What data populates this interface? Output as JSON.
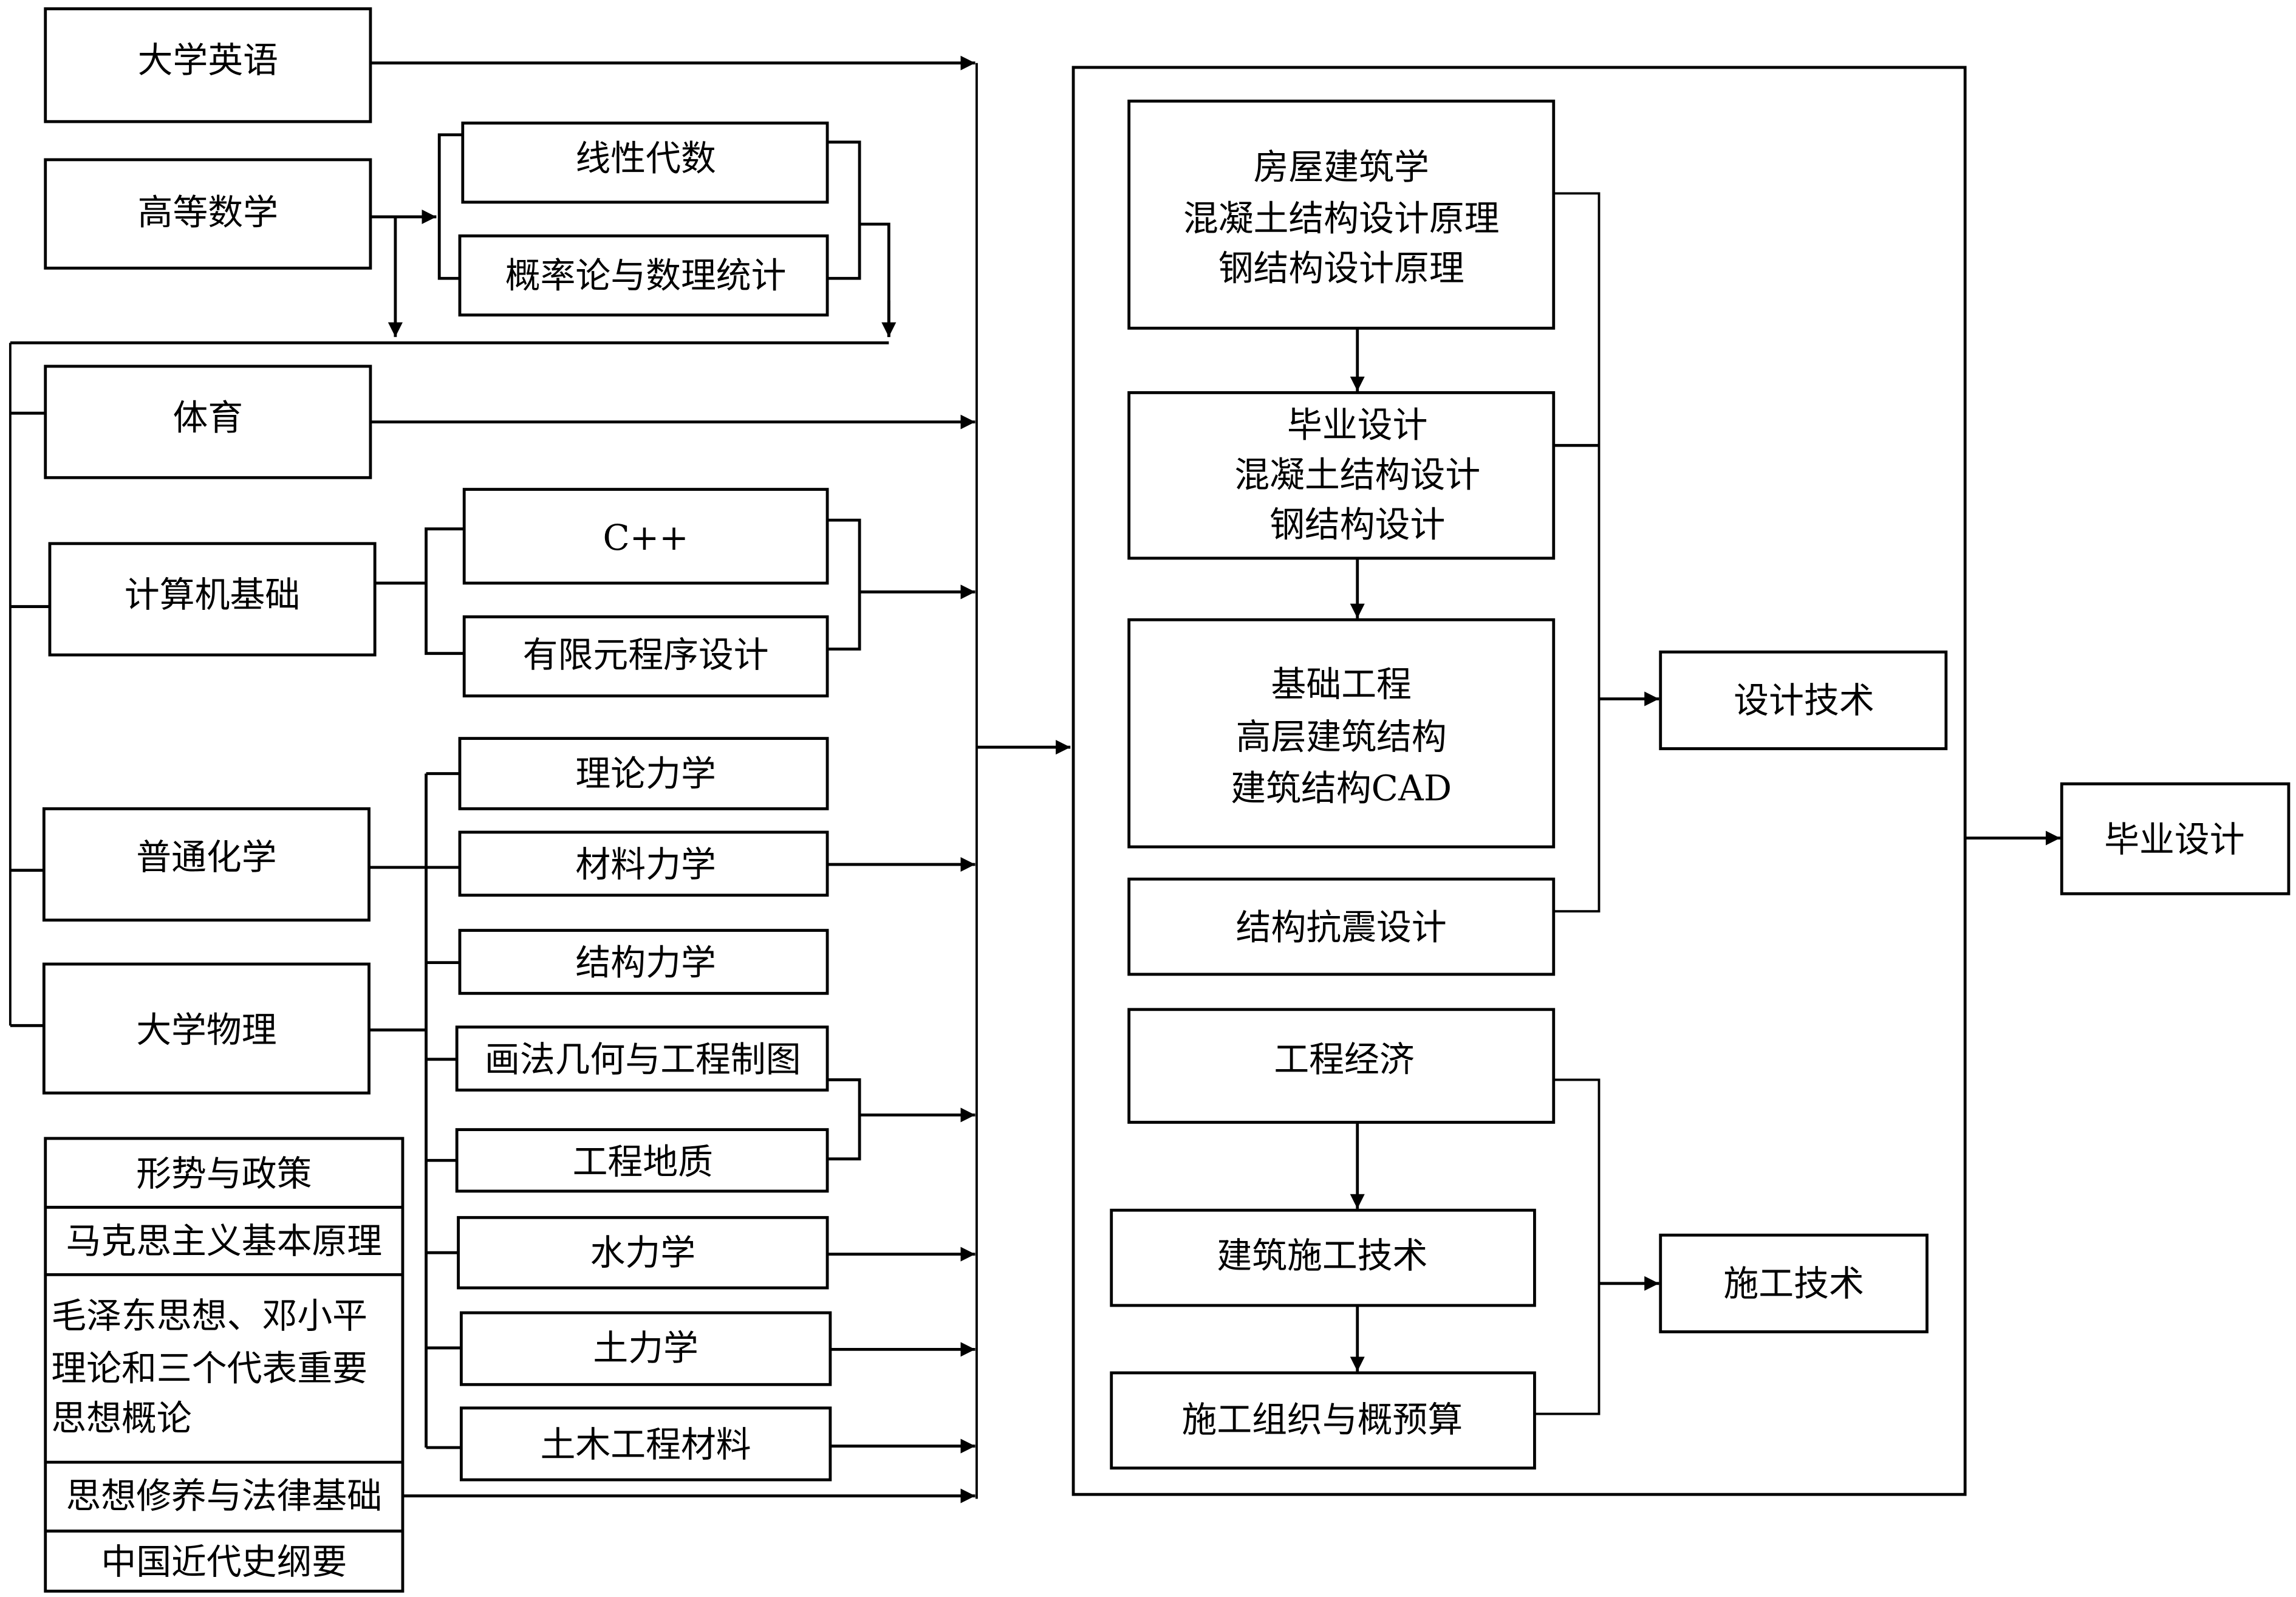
{
  "diagram": {
    "left_courses": {
      "english": "大学英语",
      "advanced_math": "高等数学",
      "linear_algebra": "线性代数",
      "probability": "概率论与数理统计",
      "pe": "体育",
      "computer_basics": "计算机基础",
      "cpp": "C++",
      "fem_programming": "有限元程序设计",
      "chemistry": "普通化学",
      "physics": "大学物理",
      "theoretical_mechanics": "理论力学",
      "material_mechanics": "材料力学",
      "structural_mechanics": "结构力学",
      "descriptive_geometry": "画法几何与工程制图",
      "engineering_geology": "工程地质",
      "hydraulics": "水力学",
      "soil_mechanics": "土力学",
      "civil_materials": "土木工程材料"
    },
    "political_courses": [
      "形势与政策",
      "马克思主义基本原理",
      [
        "毛泽东思想、邓小平",
        "理论和三个代表重要",
        "思想概论"
      ],
      "思想修养与法律基础",
      "中国近代史纲要"
    ],
    "design_group": {
      "box1": [
        "房屋建筑学",
        "混凝土结构设计原理",
        "钢结构设计原理"
      ],
      "box2": [
        "毕业设计",
        "混凝土结构设计",
        "钢结构设计"
      ],
      "box3": [
        "基础工程",
        "高层建筑结构",
        "建筑结构CAD"
      ],
      "box4": "结构抗震设计",
      "output": "设计技术"
    },
    "construction_group": {
      "box1": "工程经济",
      "box2": "建筑施工技术",
      "box3": "施工组织与概预算",
      "output": "施工技术"
    },
    "final": "毕业设计"
  }
}
